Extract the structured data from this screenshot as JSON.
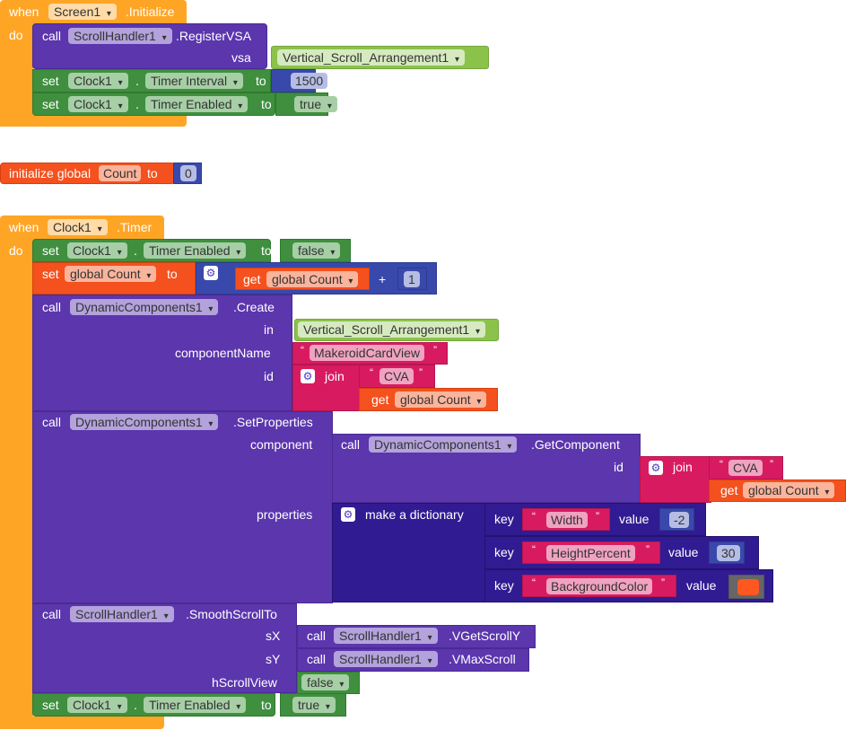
{
  "screen_init": {
    "when": "when",
    "component": "Screen1",
    "event": ".Initialize",
    "do": "do",
    "register": {
      "call": "call",
      "component": "ScrollHandler1",
      "method": ".RegisterVSA",
      "arg_vsa": "vsa",
      "vsa_value": "Vertical_Scroll_Arrangement1"
    },
    "set_interval": {
      "set": "set",
      "component": "Clock1",
      "dot": ".",
      "property": "Timer Interval",
      "to": "to",
      "value": "1500"
    },
    "set_enabled": {
      "set": "set",
      "component": "Clock1",
      "dot": ".",
      "property": "Timer Enabled",
      "to": "to",
      "value": "true"
    }
  },
  "global_var": {
    "label": "initialize global",
    "name": "Count",
    "to": "to",
    "value": "0"
  },
  "clock_timer": {
    "when": "when",
    "component": "Clock1",
    "event": ".Timer",
    "do": "do",
    "set_disabled": {
      "set": "set",
      "component": "Clock1",
      "dot": ".",
      "property": "Timer Enabled",
      "to": "to",
      "value": "false"
    },
    "set_count": {
      "set": "set",
      "variable": "global Count",
      "to": "to",
      "get": "get",
      "get_variable": "global Count",
      "plus": "+",
      "number": "1"
    },
    "create": {
      "call": "call",
      "component": "DynamicComponents1",
      "method": ".Create",
      "arg_in": "in",
      "in_value": "Vertical_Scroll_Arrangement1",
      "arg_name": "componentName",
      "name_value": "MakeroidCardView",
      "arg_id": "id",
      "join": "join",
      "id_text": "CVA",
      "get": "get",
      "get_variable": "global Count"
    },
    "set_props": {
      "call": "call",
      "component": "DynamicComponents1",
      "method": ".SetProperties",
      "arg_component": "component",
      "arg_properties": "properties",
      "getcomp": {
        "call": "call",
        "component": "DynamicComponents1",
        "method": ".GetComponent",
        "arg_id": "id",
        "join": "join",
        "id_text": "CVA",
        "get": "get",
        "get_variable": "global Count"
      },
      "dict": {
        "label": "make a dictionary",
        "key": "key",
        "value": "value",
        "pairs": [
          {
            "key": "Width",
            "value": "-2"
          },
          {
            "key": "HeightPercent",
            "value": "30"
          },
          {
            "key": "BackgroundColor",
            "color": "#ff5722"
          }
        ]
      }
    },
    "smooth": {
      "call": "call",
      "component": "ScrollHandler1",
      "method": ".SmoothScrollTo",
      "arg_sx": "sX",
      "arg_sy": "sY",
      "arg_h": "hScrollView",
      "h_value": "false",
      "sx_call": {
        "call": "call",
        "component": "ScrollHandler1",
        "method": ".VGetScrollY"
      },
      "sy_call": {
        "call": "call",
        "component": "ScrollHandler1",
        "method": ".VMaxScroll"
      }
    },
    "set_enabled": {
      "set": "set",
      "component": "Clock1",
      "dot": ".",
      "property": "Timer Enabled",
      "to": "to",
      "value": "true"
    }
  }
}
